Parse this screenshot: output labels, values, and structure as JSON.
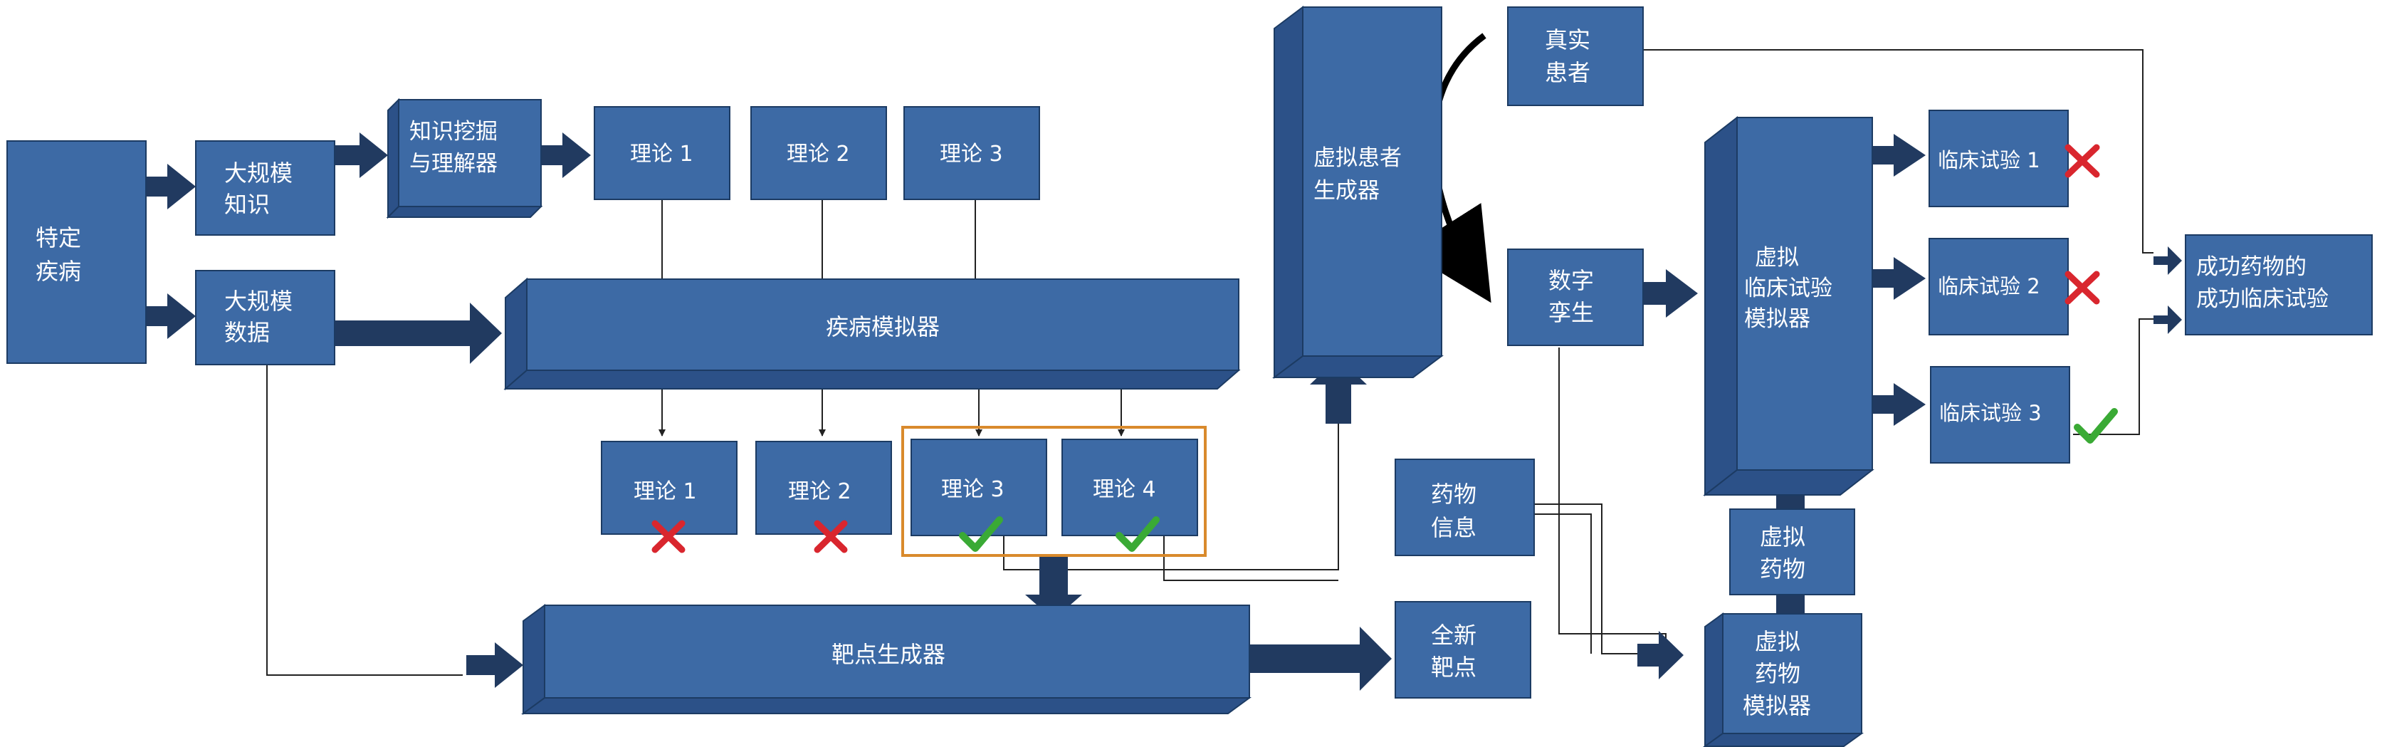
{
  "nodes": {
    "specific_disease": [
      "特定",
      "疾病"
    ],
    "large_knowledge": [
      "大规模",
      "知识"
    ],
    "large_data": [
      "大规模",
      "数据"
    ],
    "knowledge_mining": [
      "知识挖掘",
      "与理解器"
    ],
    "theory_top": [
      "理论 1",
      "理论 2",
      "理论 3"
    ],
    "disease_simulator": "疾病模拟器",
    "theory_bottom": [
      "理论 1",
      "理论 2",
      "理论 3",
      "理论 4"
    ],
    "target_generator": "靶点生成器",
    "new_target": [
      "全新",
      "靶点"
    ],
    "virtual_patient_generator": [
      "虚拟患者",
      "生成器"
    ],
    "real_patient": [
      "真实",
      "患者"
    ],
    "digital_twin": [
      "数字",
      "孪生"
    ],
    "drug_info": [
      "药物",
      "信息"
    ],
    "virtual_drug": [
      "虚拟",
      "药物"
    ],
    "virtual_drug_simulator": [
      "虚拟",
      "药物",
      "模拟器"
    ],
    "virtual_trial_simulator": [
      "虚拟",
      "临床试验",
      "模拟器"
    ],
    "clinical_trials": [
      "临床试验 1",
      "临床试验 2",
      "临床试验 3"
    ],
    "success": [
      "成功药物的",
      "成功临床试验"
    ]
  },
  "marks": {
    "bottom_theories": [
      "cross",
      "cross",
      "check",
      "check"
    ],
    "clinical_trials": [
      "cross",
      "cross",
      "check"
    ]
  },
  "colors": {
    "box": "#3d6aa5",
    "cross": "#d9262e",
    "check": "#3aaa35",
    "highlight": "#d98a2c"
  }
}
